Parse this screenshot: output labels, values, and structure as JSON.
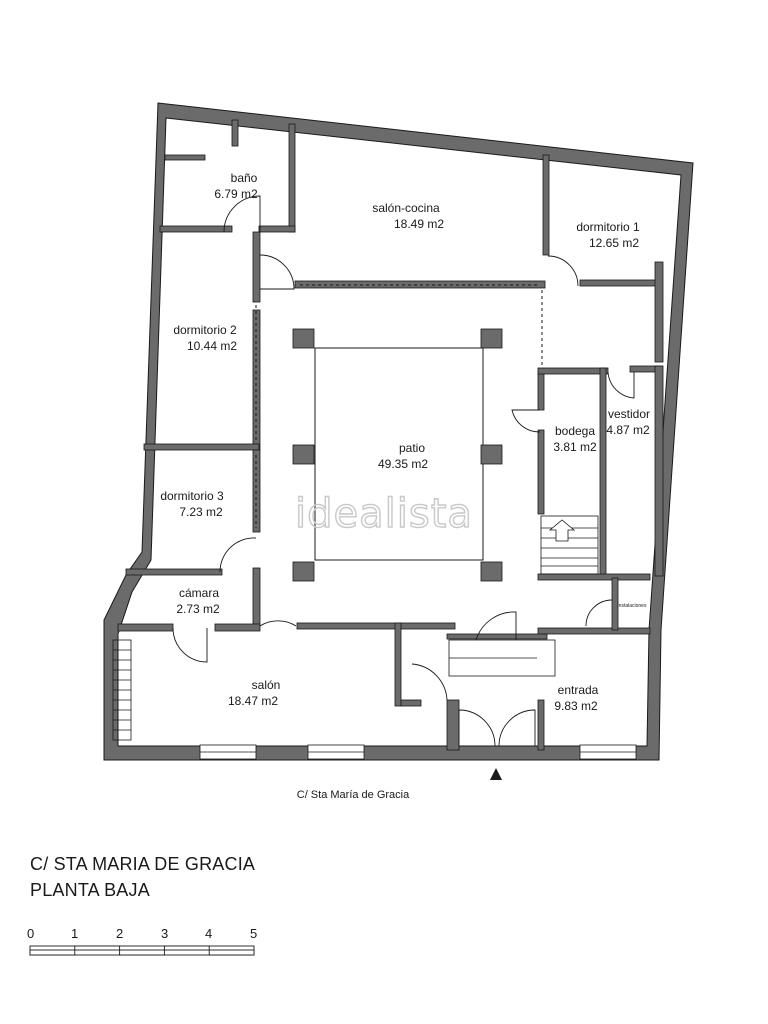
{
  "rooms": [
    {
      "name": "baño",
      "area": "6.79 m2"
    },
    {
      "name": "salón-cocina",
      "area": "18.49 m2"
    },
    {
      "name": "dormitorio 1",
      "area": "12.65 m2"
    },
    {
      "name": "dormitorio 2",
      "area": "10.44 m2"
    },
    {
      "name": "patio",
      "area": "49.35 m2"
    },
    {
      "name": "bodega",
      "area": "3.81 m2"
    },
    {
      "name": "vestidor",
      "area": "4.87 m2"
    },
    {
      "name": "dormitorio 3",
      "area": "7.23 m2"
    },
    {
      "name": "cámara",
      "area": "2.73 m2"
    },
    {
      "name": "salón",
      "area": "18.47 m2"
    },
    {
      "name": "entrada",
      "area": "9.83 m2"
    }
  ],
  "instalaciones_label": "instalaciones",
  "watermark": "idealista",
  "street_label": "C/ Sta María de Gracia",
  "title": {
    "line1": "C/ STA MARIA DE GRACIA",
    "line2": "PLANTA BAJA"
  },
  "scale": {
    "labels": [
      "0",
      "1",
      "2",
      "3",
      "4",
      "5"
    ]
  },
  "colors": {
    "wall_fill": "#6b6b6b",
    "wall_stroke": "#1a1a1a",
    "line": "#1a1a1a",
    "background": "#ffffff"
  },
  "icons": {
    "entrance_marker": "triangle-up",
    "stairs": "up-arrow",
    "patio_columns": "square"
  }
}
